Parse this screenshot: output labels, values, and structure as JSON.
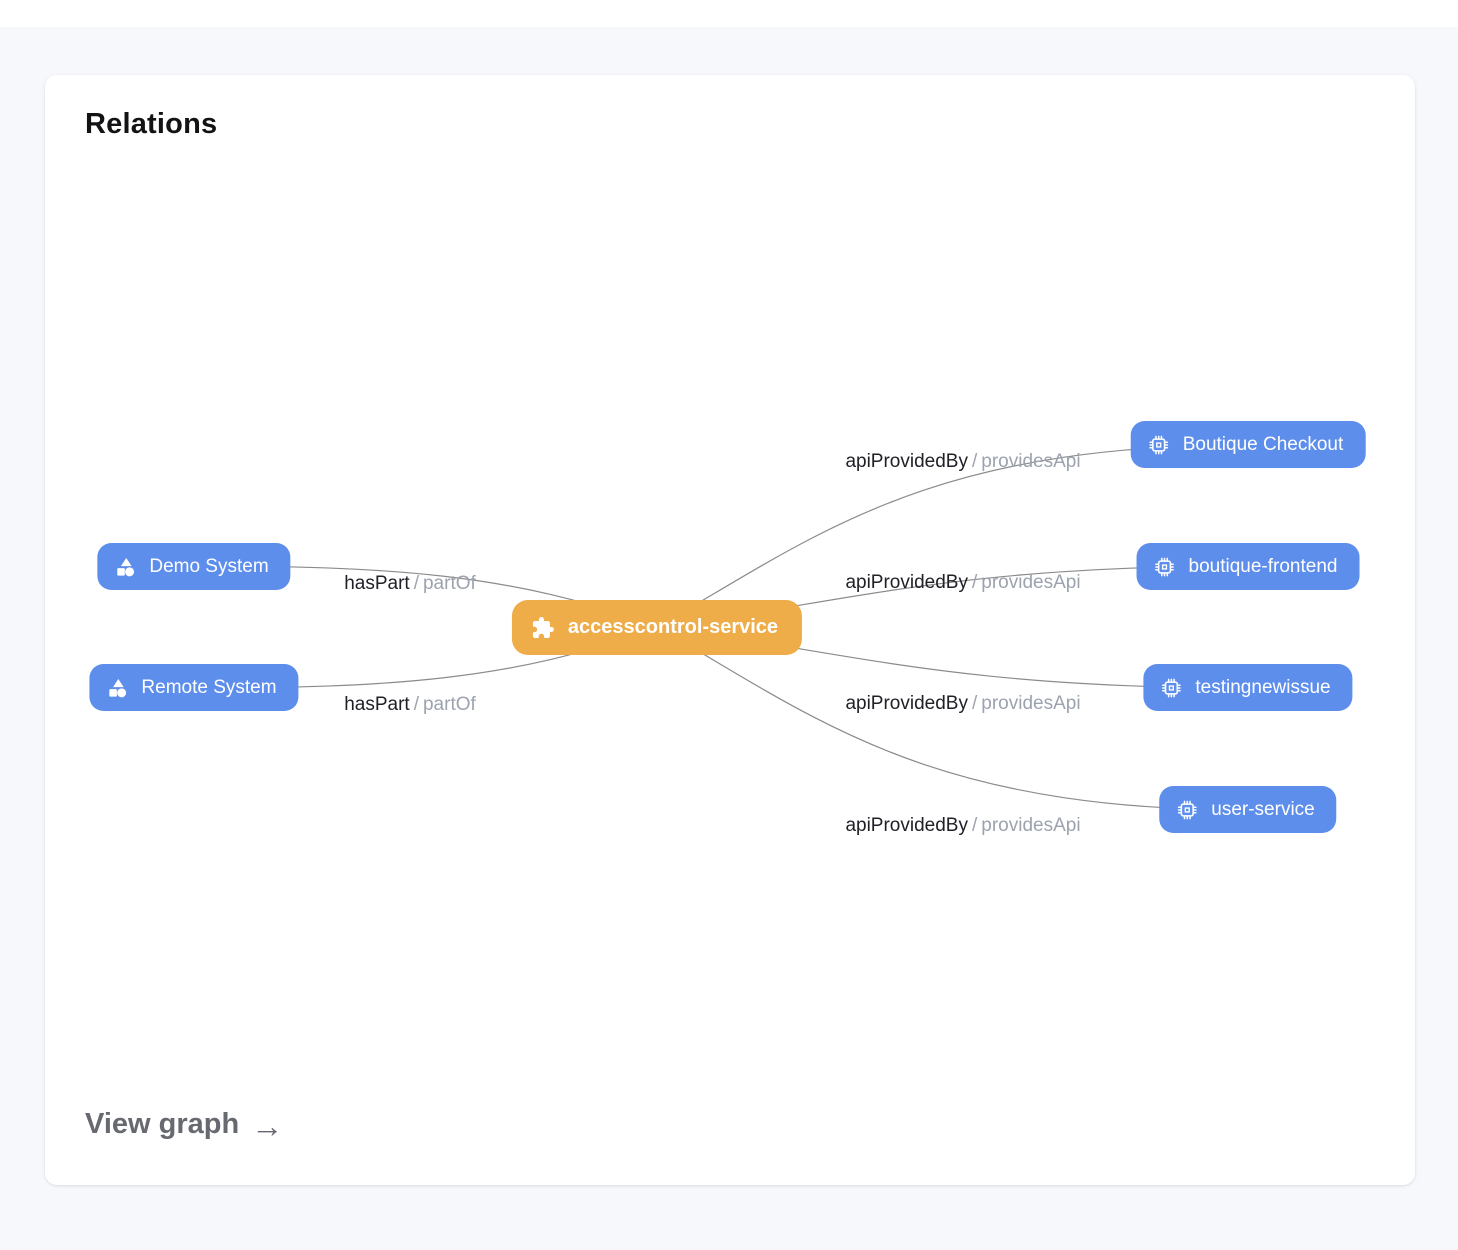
{
  "card": {
    "title": "Relations",
    "view_graph_label": "View graph",
    "view_graph_arrow": "→"
  },
  "colors": {
    "page_background": "#f7f8fc",
    "card_background": "#ffffff",
    "node_blue": "#5e8eec",
    "node_orange": "#efad4a",
    "edge_line": "#8b8b8b",
    "edge_label_primary": "#202027",
    "edge_label_secondary": "#9ca3af",
    "node_text": "#ffffff"
  },
  "graph": {
    "center_node": {
      "label": "accesscontrol-service",
      "icon": "puzzle-icon"
    },
    "left_nodes": [
      {
        "label": "Demo System",
        "icon": "shapes-icon"
      },
      {
        "label": "Remote System",
        "icon": "shapes-icon"
      }
    ],
    "right_nodes": [
      {
        "label": "Boutique Checkout",
        "icon": "chip-icon"
      },
      {
        "label": "boutique-frontend",
        "icon": "chip-icon"
      },
      {
        "label": "testingnewissue",
        "icon": "chip-icon"
      },
      {
        "label": "user-service",
        "icon": "chip-icon"
      }
    ],
    "edge_labels": {
      "left": [
        {
          "primary": "hasPart",
          "separator": "/",
          "secondary": "partOf"
        },
        {
          "primary": "hasPart",
          "separator": "/",
          "secondary": "partOf"
        }
      ],
      "right": [
        {
          "primary": "apiProvidedBy",
          "separator": "/",
          "secondary": "providesApi"
        },
        {
          "primary": "apiProvidedBy",
          "separator": "/",
          "secondary": "providesApi"
        },
        {
          "primary": "apiProvidedBy",
          "separator": "/",
          "secondary": "providesApi"
        },
        {
          "primary": "apiProvidedBy",
          "separator": "/",
          "secondary": "providesApi"
        }
      ]
    }
  }
}
